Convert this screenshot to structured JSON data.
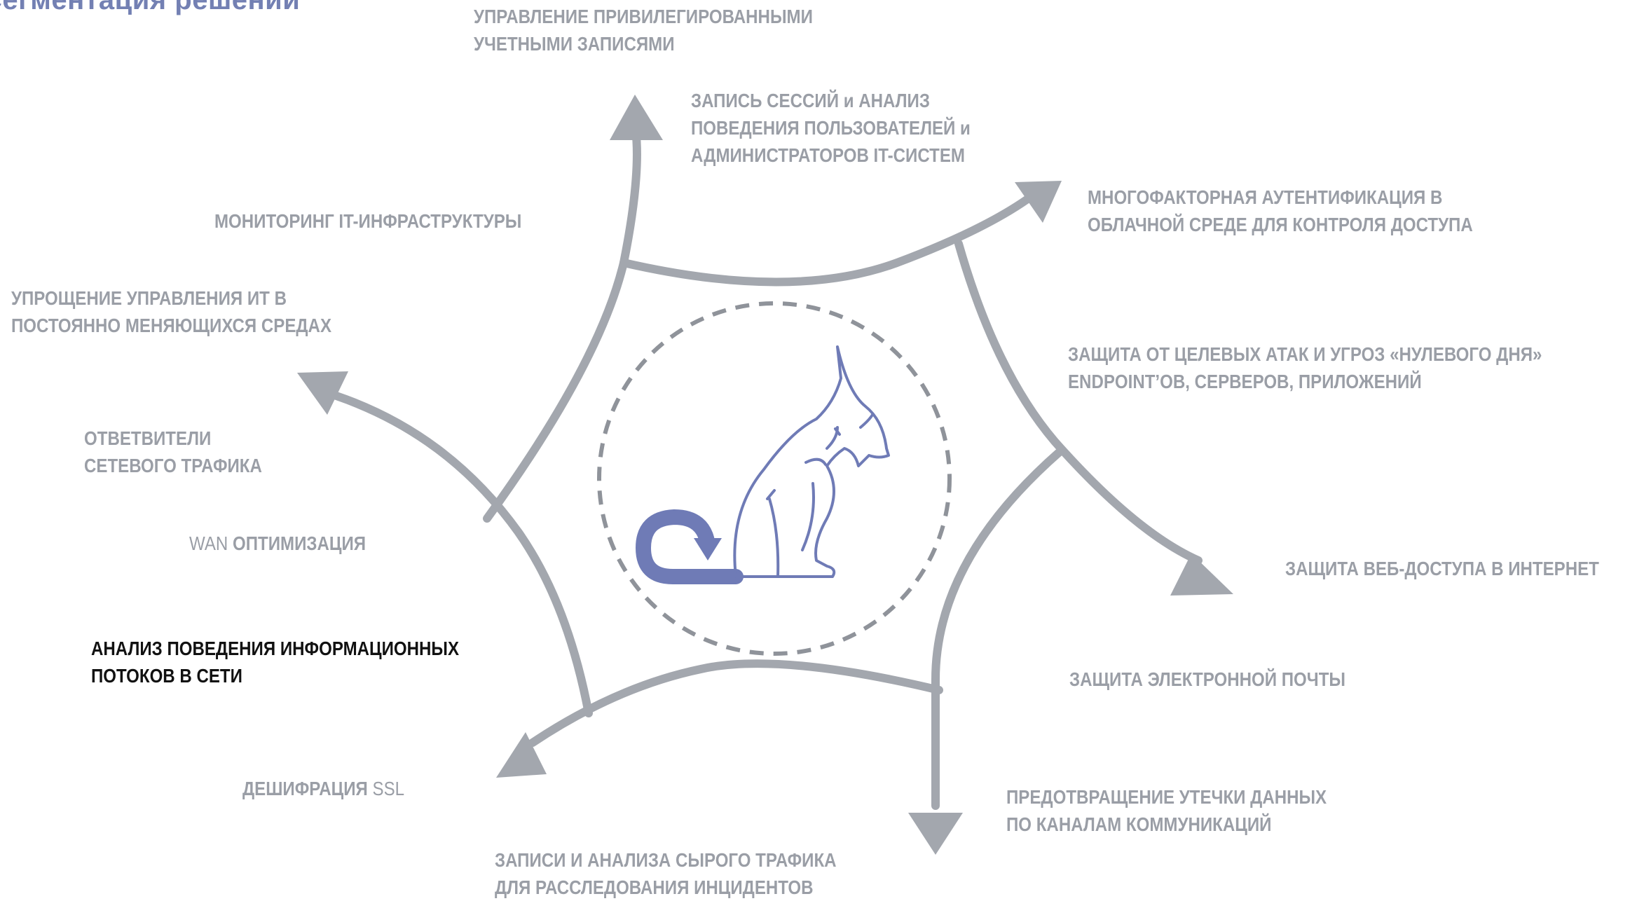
{
  "title": "Сегментация решений",
  "colors": {
    "arrow": "#a3a7ae",
    "label": "#9a9ea6",
    "highlight_label": "#111111",
    "title": "#7380b3",
    "cat": "#6f7bb6",
    "dashed_circle": "#8f939a"
  },
  "center_icon": "cat-logo-icon",
  "labels": {
    "privileged_accounts": [
      "УПРАВЛЕНИЕ ПРИВИЛЕГИРОВАННЫМИ",
      "УЧЕТНЫМИ ЗАПИСЯМИ"
    ],
    "session_recording": [
      "ЗАПИСЬ СЕССИЙ и АНАЛИЗ",
      "ПОВЕДЕНИЯ ПОЛЬЗОВАТЕЛЕЙ и",
      "АДМИНИСТРАТОРОВ IT-СИСТЕМ"
    ],
    "mfa_cloud": [
      "МНОГОФАКТОРНАЯ АУТЕНТИФИКАЦИЯ В",
      "ОБЛАЧНОЙ СРЕДЕ ДЛЯ КОНТРОЛЯ ДОСТУПА"
    ],
    "it_monitoring": "МОНИТОРИНГ IT-ИНФРАСТРУКТУРЫ",
    "it_management": [
      "УПРОЩЕНИЕ УПРАВЛЕНИЯ ИТ В",
      "ПОСТОЯННО МЕНЯЮЩИХСЯ СРЕДАХ"
    ],
    "targeted_attacks": [
      "ЗАЩИТА ОТ ЦЕЛЕВЫХ АТАК И УГРОЗ «НУЛЕВОГО ДНЯ»",
      "ENDPOINT’ОВ, СЕРВЕРОВ, ПРИЛОЖЕНИЙ"
    ],
    "taps": [
      "ОТВЕТВИТЕЛИ",
      "СЕТЕВОГО ТРАФИКА"
    ],
    "wan": {
      "prefix": "WAN",
      "rest": " ОПТИМИЗАЦИЯ"
    },
    "web_access": "ЗАЩИТА ВЕБ-ДОСТУПА В ИНТЕРНЕТ",
    "flow_analysis": [
      "АНАЛИЗ ПОВЕДЕНИЯ ИНФОРМАЦИОННЫХ",
      "ПОТОКОВ В СЕТИ"
    ],
    "email": "ЗАЩИТА ЭЛЕКТРОННОЙ ПОЧТЫ",
    "ssl": {
      "main": "ДЕШИФРАЦИЯ ",
      "suffix": "SSL"
    },
    "dlp": [
      "ПРЕДОТВРАЩЕНИЕ УТЕЧКИ ДАННЫХ",
      "ПО КАНАЛАМ КОММУНИКАЦИЙ"
    ],
    "raw_traffic": [
      "ЗАПИСИ И АНАЛИЗА СЫРОГО ТРАФИКА",
      "ДЛЯ РАССЛЕДОВАНИЯ ИНЦИДЕНТОВ"
    ]
  }
}
